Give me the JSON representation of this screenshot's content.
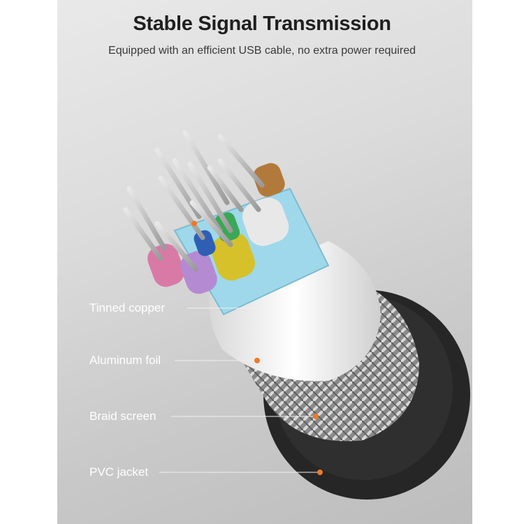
{
  "header": {
    "title": "Stable Signal Transmission",
    "subtitle": "Equipped with an efficient USB cable, no extra power required"
  },
  "callouts": {
    "tinned_copper": "Tinned copper",
    "aluminum_foil": "Aluminum foil",
    "braid_screen": "Braid screen",
    "pvc_jacket": "PVC jacket"
  },
  "colors": {
    "accent_dot": "#f07a24",
    "label_text": "#ffffff",
    "jacket": "#2b2b2b",
    "foil": "#f1f1f1",
    "insulation_blue": "#9ed8ea"
  }
}
